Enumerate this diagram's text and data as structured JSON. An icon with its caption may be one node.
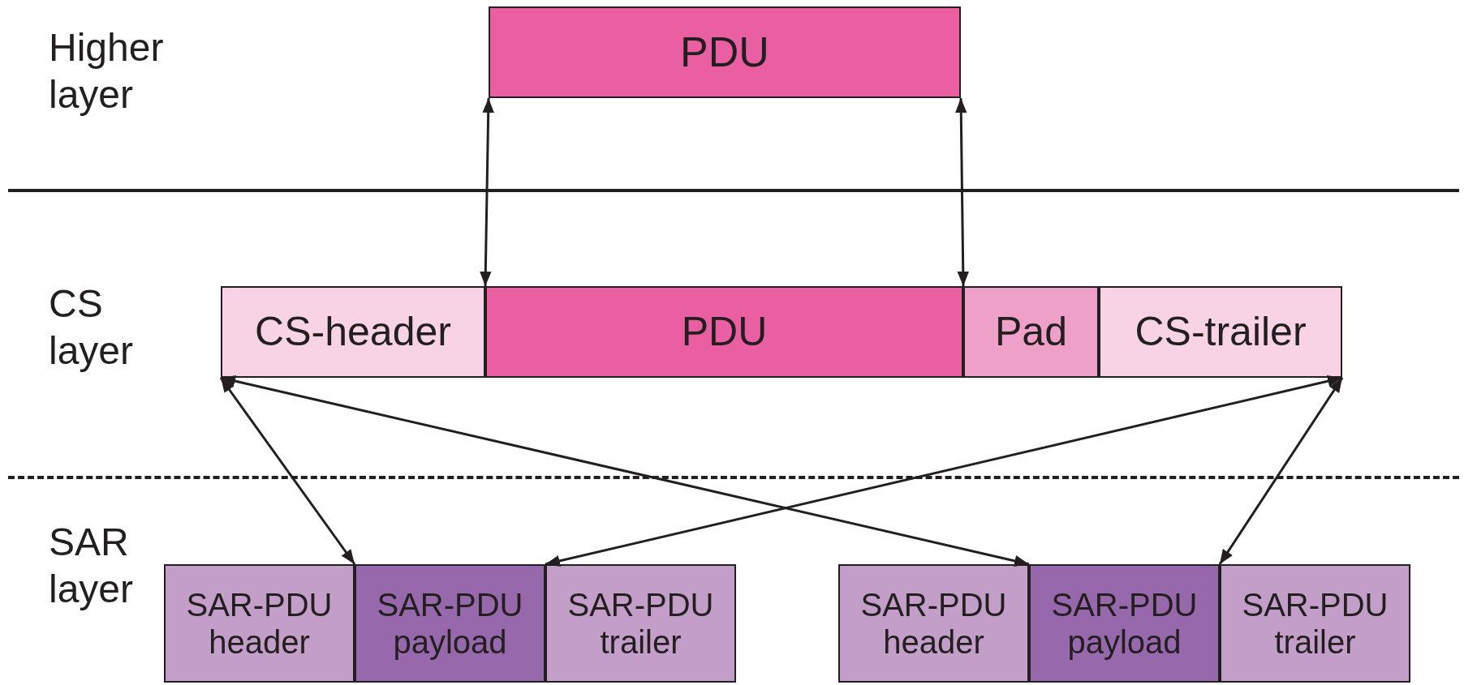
{
  "diagram": {
    "nodes": [
      {
        "text": [
          "PDU"
        ]
      },
      {
        "text": [
          "CS-header"
        ]
      },
      {
        "text": [
          "PDU"
        ]
      },
      {
        "text": [
          "Pad"
        ]
      },
      {
        "text": [
          "CS-trailer"
        ]
      },
      {
        "text": [
          "SAR-PDU header"
        ]
      },
      {
        "text": [
          "SAR-PDU payload"
        ]
      },
      {
        "text": [
          "SAR-PDU trailer"
        ]
      },
      {
        "text": [
          "SAR-PDU header"
        ]
      },
      {
        "text": [
          "SAR-PDU payload"
        ]
      },
      {
        "text": [
          "SAR-PDU trailer"
        ]
      }
    ],
    "edges": [
      {
        "from": 0,
        "to": 2,
        "arrow": "both"
      },
      {
        "from": 0,
        "to": 2,
        "arrow": "both"
      },
      {
        "from": 1,
        "to": 6,
        "arrow": "both"
      },
      {
        "from": 1,
        "to": 9,
        "arrow": "both"
      },
      {
        "from": 4,
        "to": 6,
        "arrow": "both"
      },
      {
        "from": 4,
        "to": 9,
        "arrow": "both"
      }
    ],
    "labels": [
      "Higher layer",
      "CS layer",
      "SAR layer"
    ]
  }
}
